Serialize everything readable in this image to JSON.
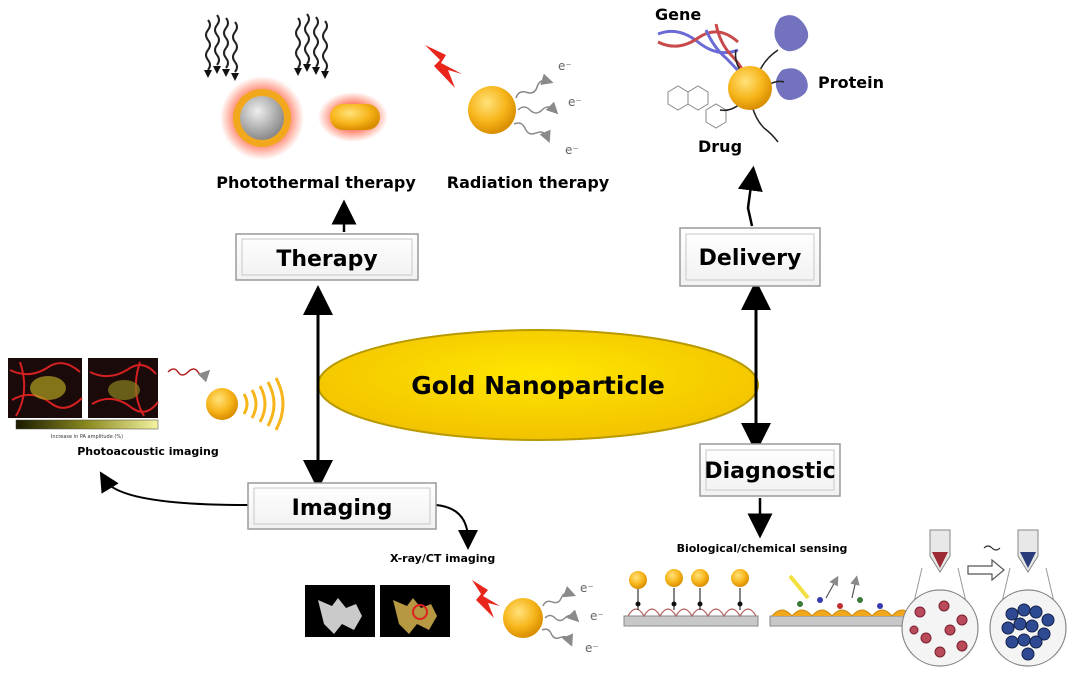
{
  "center": {
    "label": "Gold Nanoparticle"
  },
  "boxes": {
    "therapy": "Therapy",
    "delivery": "Delivery",
    "imaging": "Imaging",
    "diagnostic": "Diagnostic"
  },
  "captions": {
    "photothermal": "Photothermal therapy",
    "radiation": "Radiation therapy",
    "photoacoustic": "Photoacoustic imaging",
    "xray": "X-ray/CT imaging",
    "sensing": "Biological/chemical sensing"
  },
  "delivery_labels": {
    "gene": "Gene",
    "protein": "Protein",
    "drug": "Drug"
  },
  "electron_label": "e⁻",
  "colorbar_caption": "Increase in PA amplitude (%)",
  "colors": {
    "gold": "#F7B51B",
    "gold_light": "#FFD94A",
    "ellipse_fill": "#F6D400",
    "box_border": "#9a9a9a"
  }
}
